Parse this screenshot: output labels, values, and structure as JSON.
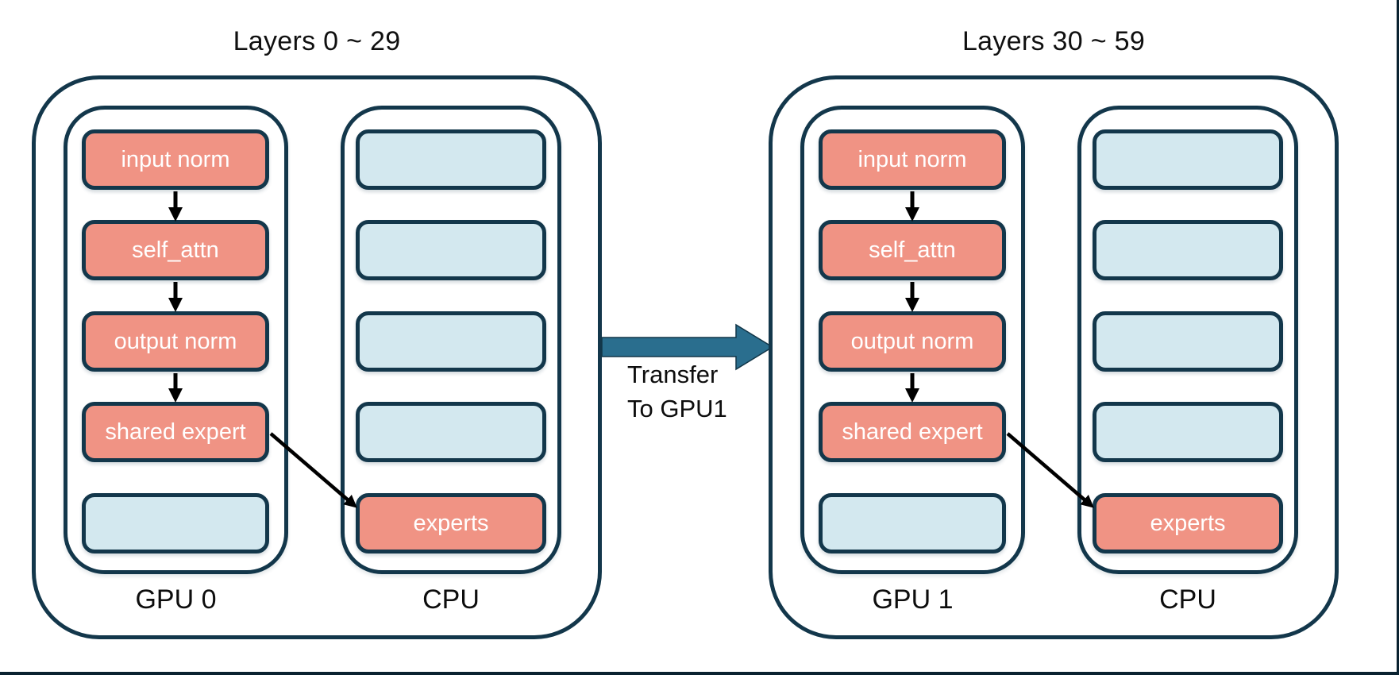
{
  "groups": [
    {
      "title": "Layers 0 ~ 29",
      "gpu": {
        "caption": "GPU 0",
        "modules": [
          "input norm",
          "self_attn",
          "output norm",
          "shared expert"
        ]
      },
      "cpu": {
        "caption": "CPU",
        "offloaded_module": "experts"
      }
    },
    {
      "title": "Layers 30 ~ 59",
      "gpu": {
        "caption": "GPU 1",
        "modules": [
          "input norm",
          "self_attn",
          "output norm",
          "shared expert"
        ]
      },
      "cpu": {
        "caption": "CPU",
        "offloaded_module": "experts"
      }
    }
  ],
  "transfer": {
    "line1": "Transfer",
    "line2": "To GPU1"
  },
  "colors": {
    "module_fill": "#F09384",
    "empty_slot_fill": "#D3E8EF",
    "outline": "#13374B",
    "transfer_arrow": "#2A6E8E",
    "flow_arrow": "#000000"
  }
}
